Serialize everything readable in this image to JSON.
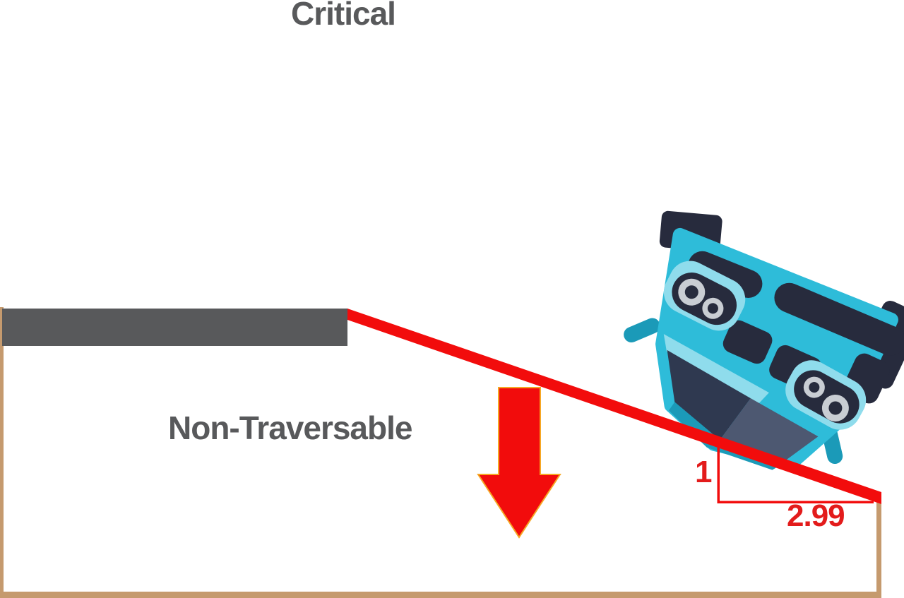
{
  "title": {
    "text": "Critical"
  },
  "diagram": {
    "type": "slope-traversability-illustration",
    "region_label": "Non-Traversable",
    "slope": {
      "rise": "1",
      "run": "2.99"
    },
    "elements": [
      "upper-surface-platform",
      "slope-surface-line",
      "terrain-border",
      "down-arrow-icon",
      "flipped-car-icon",
      "slope-ratio-triangle"
    ]
  },
  "colors": {
    "red": "#f20c0c",
    "red_text": "#e31b1b",
    "arrow_outline": "#f6a724",
    "dark_gray": "#58595b",
    "tan": "#c59a6e",
    "car_teal": "#2ebcd9",
    "car_light_cyan": "#8fdcec",
    "car_dark_teal": "#1b9ab8",
    "car_navy": "#272b3d",
    "windshield_dark": "#2f3950",
    "windshield_light": "#4d5871",
    "headlight_ring": "#c9cdd3",
    "background": "#ffffff"
  }
}
